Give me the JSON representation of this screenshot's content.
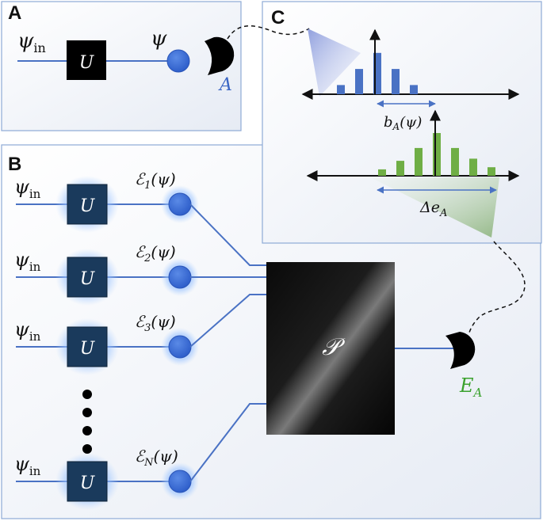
{
  "panels": {
    "a": "A",
    "b": "B",
    "c": "C"
  },
  "panel_a": {
    "input_label": "ψ",
    "input_sub": "in",
    "gate_label": "U",
    "state_label": "ψ",
    "detector_label": "A"
  },
  "panel_b": {
    "rows": [
      {
        "input": "ψ",
        "input_sub": "in",
        "gate": "U",
        "channel": "ℰ",
        "channel_sub": "1",
        "channel_arg": "(ψ)"
      },
      {
        "input": "ψ",
        "input_sub": "in",
        "gate": "U",
        "channel": "ℰ",
        "channel_sub": "2",
        "channel_arg": "(ψ)"
      },
      {
        "input": "ψ",
        "input_sub": "in",
        "gate": "U",
        "channel": "ℰ",
        "channel_sub": "3",
        "channel_arg": "(ψ)"
      },
      {
        "input": "ψ",
        "input_sub": "in",
        "gate": "U",
        "channel": "ℰ",
        "channel_sub": "N",
        "channel_arg": "(ψ)"
      }
    ],
    "processor_label": "𝒫",
    "detector_label": "E",
    "detector_sub": "A"
  },
  "panel_c": {
    "top_bars": [
      0.2,
      0.55,
      0.9,
      0.55,
      0.2
    ],
    "bottom_bars": [
      0.15,
      0.35,
      0.65,
      1.0,
      0.65,
      0.4,
      0.2
    ],
    "bias_label": "b",
    "bias_sub": "A",
    "bias_arg": "(ψ)",
    "delta_label": "Δe",
    "delta_sub": "A"
  },
  "colors": {
    "wire": "#4a72c4",
    "top_bar": "#4a72c4",
    "bottom_bar": "#6fae45",
    "green_label": "#3aa12d",
    "blue_label": "#3b66c4"
  }
}
